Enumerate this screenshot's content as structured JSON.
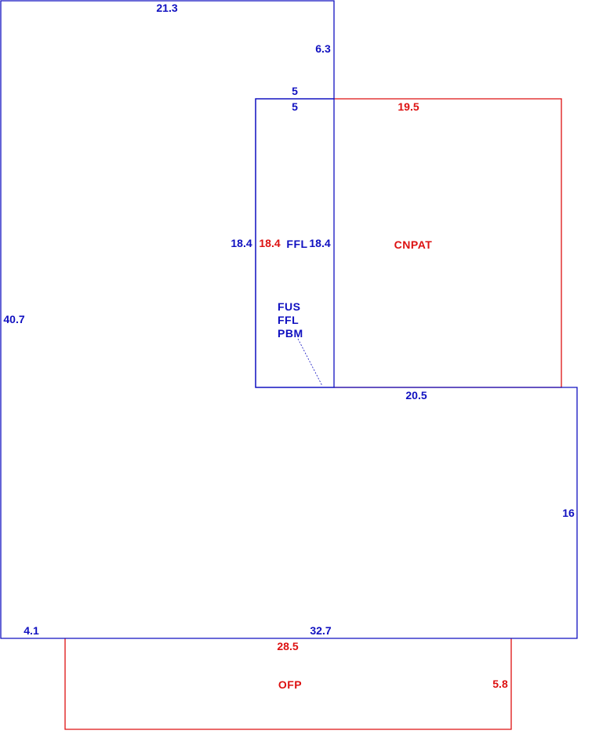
{
  "colors": {
    "main": "#1010c0",
    "addition": "#dd1111"
  },
  "main_dims": {
    "top": "21.3",
    "right_upper": "6.3",
    "notch_top_a": "5",
    "notch_top_b": "5",
    "notch_left": "18.4",
    "notch_inner": "18.4",
    "left": "40.7",
    "step": "20.5",
    "right_lower": "16",
    "bottom_left": "4.1",
    "bottom": "32.7"
  },
  "labels": {
    "ffl": "FFL",
    "stack": [
      "FUS",
      "FFL",
      "PBM"
    ]
  },
  "addition_dims": {
    "canopy_top": "19.5",
    "canopy_left": "18.4",
    "porch_top": "28.5",
    "porch_right": "5.8"
  },
  "addition_labels": {
    "canopy": "CNPAT",
    "porch": "OFP"
  }
}
